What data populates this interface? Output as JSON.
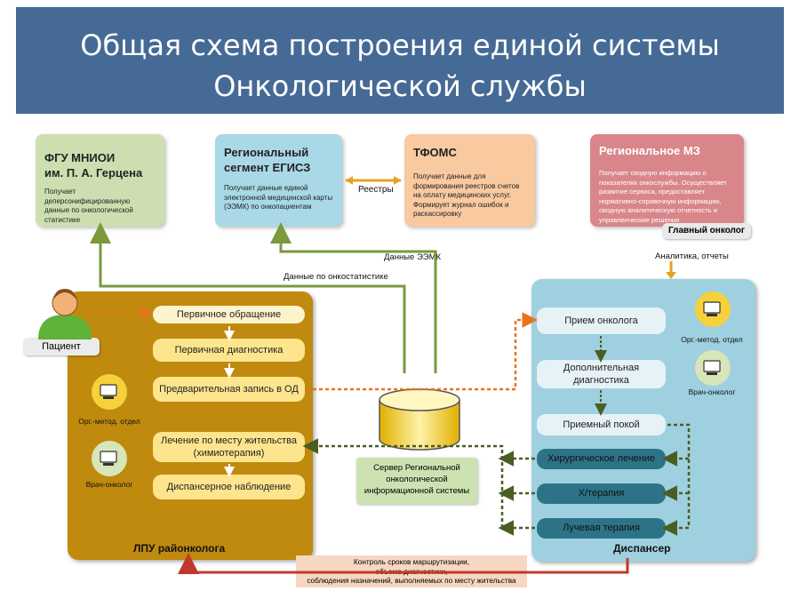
{
  "title": {
    "line1": "Общая схема построения единой системы",
    "line2": "Онкологической службы"
  },
  "cards": {
    "fgu": {
      "title1": "ФГУ МНИОИ",
      "title2": "им. П. А. Герцена",
      "desc": "Получает деперсонифицированную данные по онкологической статистике"
    },
    "egisz": {
      "title1": "Региональный",
      "title2": "сегмент ЕГИСЗ",
      "desc": "Получает данные единой электронной медицинской карты (ЭЭМК) по онкопациентам"
    },
    "tfoms": {
      "title": "ТФОМС",
      "desc": "Получает данные для формирования реестров счетов на оплату медицинских услуг. Формирует журнал ошибок и раскассировку"
    },
    "mz": {
      "title": "Региональное МЗ",
      "desc": "Получает сводную информацию о показателях онкослужбы. Осуществляет развитие сервиса, предоставляет нормативно-справочную информацию, сводную аналитическую отчетность и управленческие решения"
    }
  },
  "edge_labels": {
    "reestry": "Реестры",
    "data_eemk": "Данные ЭЭМК",
    "data_onkostat": "Данные по онкостатистике",
    "analytics": "Аналитика, отчеты",
    "chief_oncologist": "Главный онколог"
  },
  "patient": {
    "label": "Пациент"
  },
  "lpu": {
    "caption": "ЛПУ районколога",
    "steps": [
      "Первичное обращение",
      "Первичная диагностика",
      "Предварительная запись в ОД",
      "Лечение по месту жительства",
      "(химиотерапия)",
      "Диспансерное наблюдение"
    ],
    "icon1_label": "Орг.-метод. отдел",
    "icon2_label": "Врач-онколог"
  },
  "server": {
    "line1": "Сервер Региональной",
    "line2": "онкологической",
    "line3": "информационной системы"
  },
  "dispanser": {
    "caption": "Диспансер",
    "steps": [
      "Прием онколога",
      "Дополнительная",
      "диагностика",
      "Приемный покой"
    ],
    "treatments": [
      "Хирургическое лечение",
      "Х/терапия",
      "Лучевая терапия"
    ],
    "icon1_label": "Орг.-метод. отдел",
    "icon2_label": "Врач-онколог"
  },
  "control": {
    "line1": "Контроль сроков маршрутизации,",
    "line2": "объема диагностики,",
    "line3": "соблюдения назначений, выполняемых по месту жительства"
  },
  "colors": {
    "title_bg": "#466a96",
    "lpu_panel": "#c08a0e",
    "dispanser_panel": "#9fd0e0",
    "teal_pill": "#2d7387",
    "orange_arrow": "#e8731c",
    "green_arrow": "#7a9a3c",
    "dark_dash": "#4a5e22",
    "red_arrow": "#c0392b"
  }
}
